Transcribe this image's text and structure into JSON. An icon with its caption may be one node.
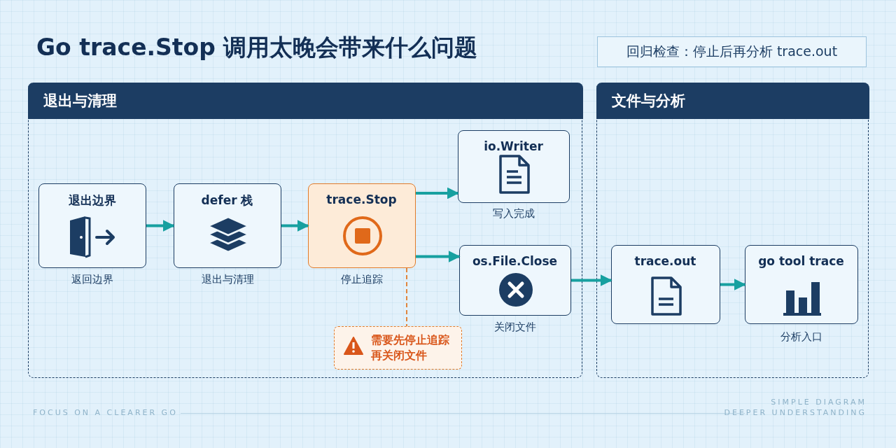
{
  "diagram": {
    "title": "Go trace.Stop 调用太晚会带来什么问题",
    "nodes": [
      {
        "text": [
          "回归检查：停止后再分析 trace.out"
        ]
      },
      {
        "text": [
          "退出与清理"
        ]
      },
      {
        "text": [
          "退出边界"
        ],
        "beside": [
          "返回边界"
        ],
        "in": 1
      },
      {
        "text": [
          "defer 栈"
        ],
        "beside": [
          "退出与清理"
        ],
        "in": 1
      },
      {
        "text": [
          "trace.Stop"
        ],
        "beside": [
          "停止追踪"
        ],
        "in": 1
      },
      {
        "text": [
          "io.Writer"
        ],
        "beside": [
          "写入完成"
        ],
        "in": 1
      },
      {
        "text": [
          "os.File.Close"
        ],
        "beside": [
          "关闭文件"
        ],
        "in": 1
      },
      {
        "text": [
          "需要先停止追踪再关闭文件"
        ],
        "in": 1
      },
      {
        "text": [
          "文件与分析"
        ]
      },
      {
        "text": [
          "trace.out"
        ],
        "in": 8
      },
      {
        "text": [
          "go tool trace"
        ],
        "beside": [
          "分析入口"
        ],
        "in": 8
      }
    ],
    "edges": [
      {
        "from": 2,
        "to": 3,
        "arrow": "to"
      },
      {
        "from": 3,
        "to": 4,
        "arrow": "to"
      },
      {
        "from": 4,
        "to": 5,
        "arrow": "to"
      },
      {
        "from": 4,
        "to": 6,
        "arrow": "to"
      },
      {
        "from": 4,
        "to": 7,
        "arrow": "none",
        "style": "dashed",
        "color": "#e07b2a"
      },
      {
        "from": 6,
        "to": 9,
        "arrow": "to"
      },
      {
        "from": 9,
        "to": 10,
        "arrow": "to"
      }
    ],
    "labels": [
      "FOCUS ON A CLEARER GO",
      "SIMPLE DIAGRAM",
      "DEEPER UNDERSTANDING"
    ]
  }
}
